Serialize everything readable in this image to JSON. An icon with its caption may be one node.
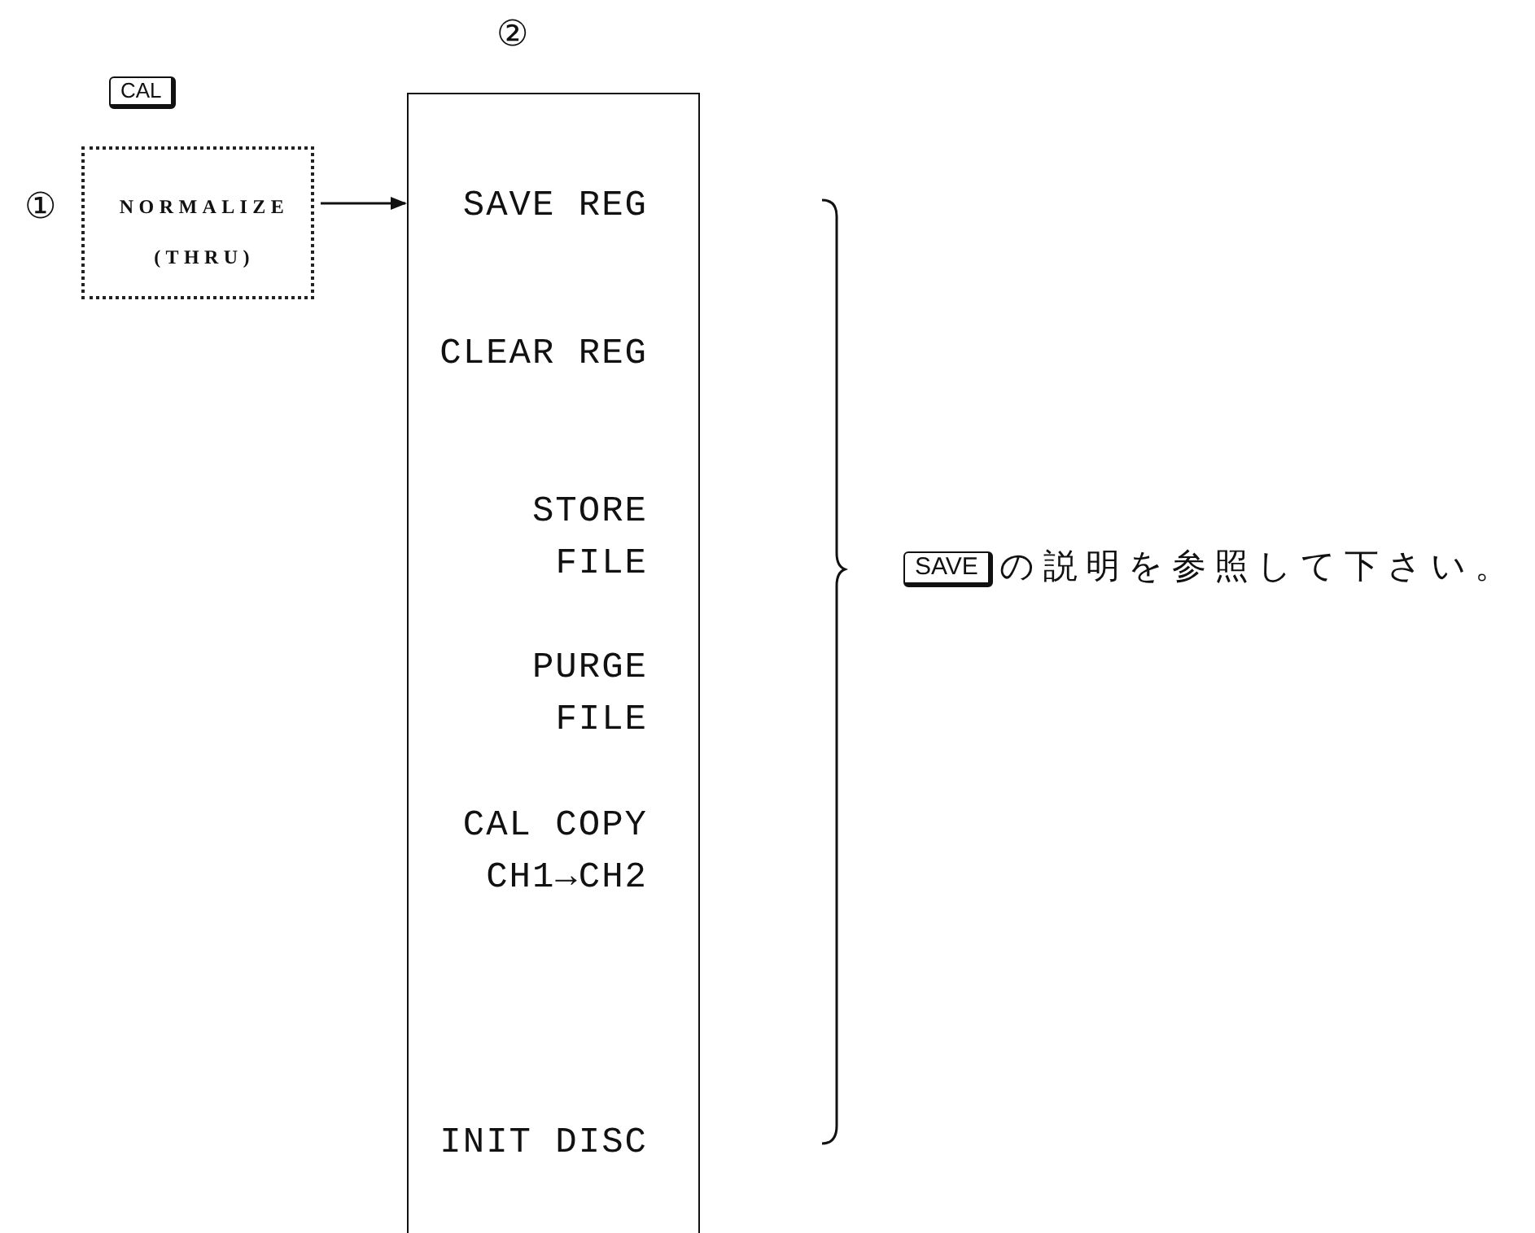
{
  "diagram": {
    "nodes": [
      {
        "text": [
          "NORMALIZE (THRU)"
        ],
        "beside": [
          "①",
          "CAL"
        ]
      },
      {
        "text": [
          "②",
          "SAVE REG",
          "CLEAR REG",
          "STORE FILE",
          "PURGE FILE",
          "CAL COPY CH1→CH2",
          "INIT DISC"
        ]
      }
    ],
    "edges": [
      {
        "from": 0,
        "to": 1,
        "arrow": "to"
      }
    ],
    "labels": [
      "SAVE",
      "の説明を参照して下さい。"
    ]
  }
}
